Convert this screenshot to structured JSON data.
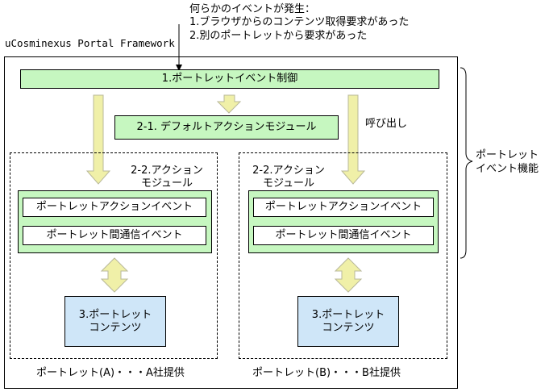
{
  "trigger": {
    "title": "何らかのイベントが発生：",
    "line1": "1.ブラウザからのコンテンツ取得要求があった",
    "line2": "2.別のポートレットから要求があった"
  },
  "framework_label": "uCosminexus Portal Framework",
  "event_control_label": "1.ポートレットイベント制御",
  "default_action_label": "2-1. デフォルトアクションモジュール",
  "call_label": "呼び出し",
  "brace_label": {
    "line1": "ポートレット",
    "line2": "イベント機能"
  },
  "portlets": [
    {
      "action_module_line1": "2-2.アクション",
      "action_module_line2": "モジュール",
      "action_event": "ポートレットアクションイベント",
      "comm_event": "ポートレット間通信イベント",
      "contents_line1": "3.ポートレット",
      "contents_line2": "コンテンツ",
      "caption": "ポートレット(A)・・・A社提供"
    },
    {
      "action_module_line1": "2-2.アクション",
      "action_module_line2": "モジュール",
      "action_event": "ポートレットアクションイベント",
      "comm_event": "ポートレット間通信イベント",
      "contents_line1": "3.ポートレット",
      "contents_line2": "コンテンツ",
      "caption": "ポートレット(B)・・・B社提供"
    }
  ],
  "colors": {
    "module_green": "#c6f7c0",
    "contents_blue": "#cfe6f8",
    "arrow_fill": "#f0f0a8"
  }
}
